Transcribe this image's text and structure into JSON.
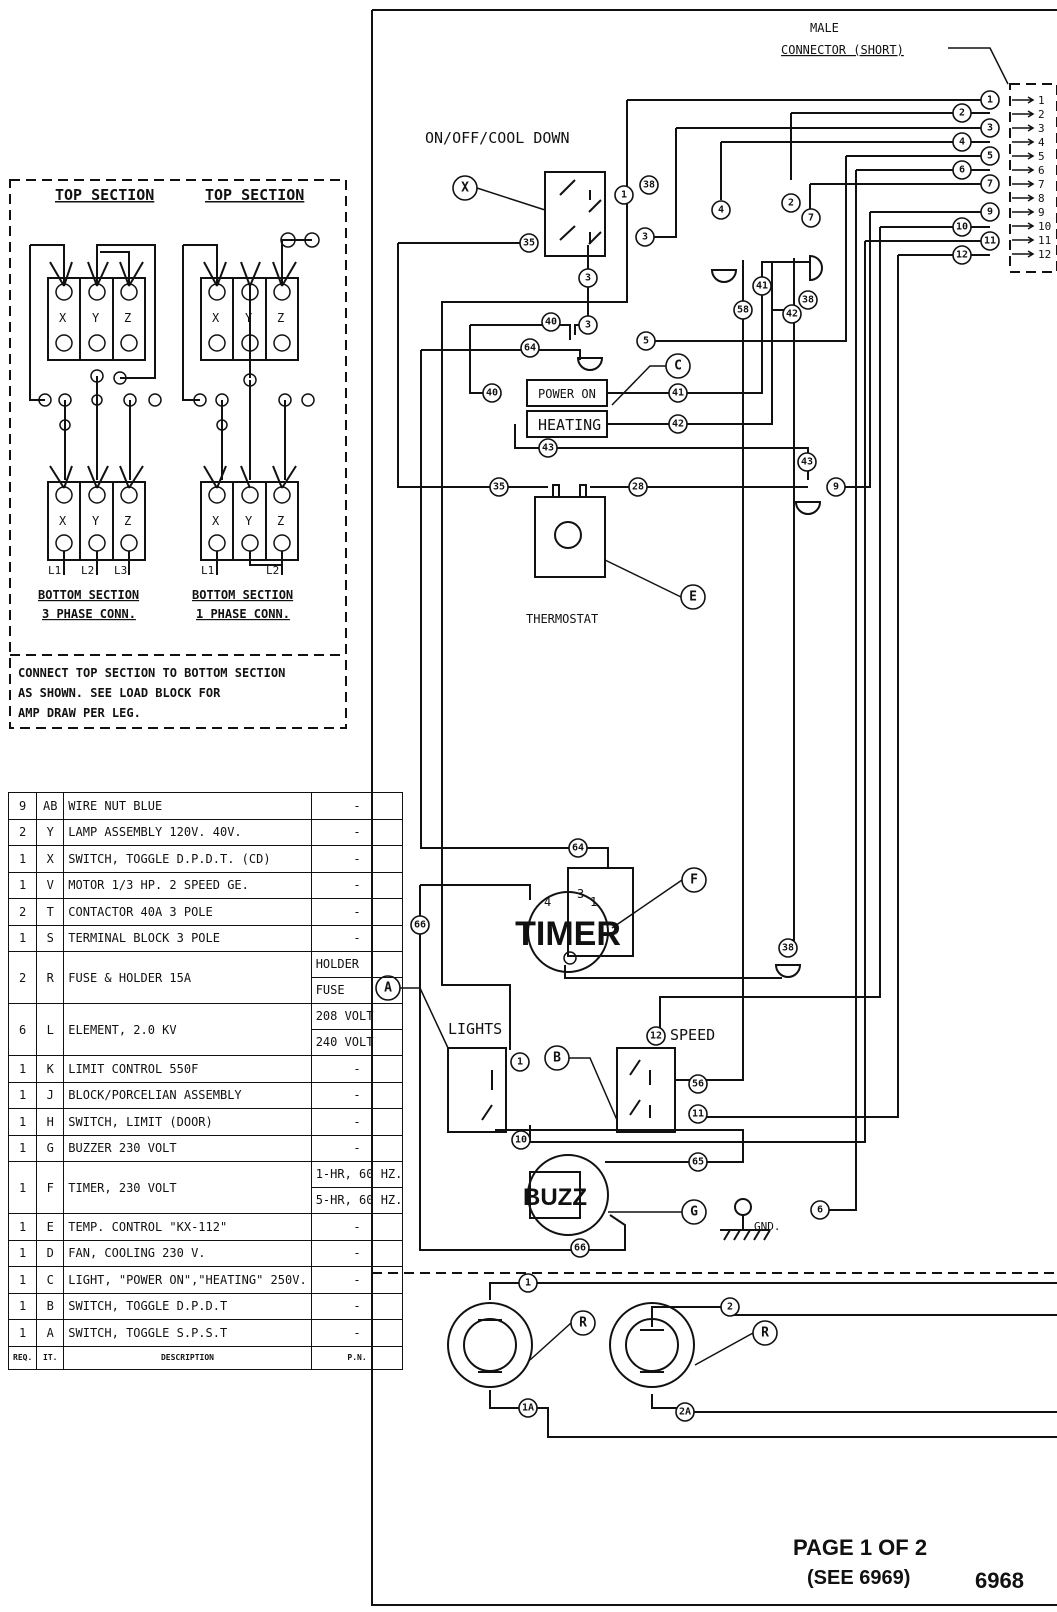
{
  "diagram": {
    "page_label": "PAGE 1 OF 2",
    "see_label": "(SEE 6969)",
    "drawing_no": "6968",
    "male_connector_line1": "MALE",
    "male_connector_line2": "CONNECTOR (SHORT)",
    "connector_pins": [
      "1",
      "2",
      "3",
      "4",
      "5",
      "6",
      "7",
      "8",
      "9",
      "10",
      "11",
      "12"
    ],
    "switch_label": "ON/OFF/COOL DOWN",
    "lamp_power": "POWER ON",
    "lamp_heating": "HEATING",
    "thermostat_label": "THERMOSTAT",
    "timer_label": "TIMER",
    "lights_label": "LIGHTS",
    "speed_label": "SPEED",
    "buzz_label": "BUZZ",
    "gnd_label": "GND.",
    "callouts": {
      "X": "X",
      "C": "C",
      "E": "E",
      "F": "F",
      "A": "A",
      "B": "B",
      "G": "G",
      "R": "R"
    },
    "timer_terminals": [
      "4",
      "3",
      "1"
    ]
  },
  "wiring_box": {
    "top_section_a": "TOP SECTION",
    "top_section_b": "TOP SECTION",
    "bottom_a_line1": "BOTTOM SECTION",
    "bottom_a_line2": "3 PHASE CONN.",
    "bottom_b_line1": "BOTTOM SECTION",
    "bottom_b_line2": "1 PHASE CONN.",
    "terminals": [
      "X",
      "Y",
      "Z"
    ],
    "lines_3ph": [
      "L1",
      "L2",
      "L3"
    ],
    "lines_1ph": [
      "L1",
      "L2"
    ],
    "note_line1": "CONNECT TOP SECTION TO BOTTOM SECTION",
    "note_line2": "AS SHOWN.  SEE LOAD BLOCK FOR",
    "note_line3": "AMP DRAW PER LEG."
  },
  "bom": {
    "header": {
      "qty": "REQ.",
      "item": "IT.",
      "description": "DESCRIPTION",
      "pn": "P.N."
    },
    "rows": [
      {
        "qty": "9",
        "item": "AB",
        "desc": "WIRE NUT BLUE",
        "pn": "-"
      },
      {
        "qty": "2",
        "item": "Y",
        "desc": "LAMP ASSEMBLY 120V. 40V.",
        "pn": "-"
      },
      {
        "qty": "1",
        "item": "X",
        "desc": "SWITCH, TOGGLE D.P.D.T. (CD)",
        "pn": "-"
      },
      {
        "qty": "1",
        "item": "V",
        "desc": "MOTOR 1/3 HP. 2 SPEED GE.",
        "pn": "-"
      },
      {
        "qty": "2",
        "item": "T",
        "desc": "CONTACTOR 40A 3 POLE",
        "pn": "-"
      },
      {
        "qty": "1",
        "item": "S",
        "desc": "TERMINAL BLOCK 3 POLE",
        "pn": "-"
      },
      {
        "qty": "2",
        "item": "R",
        "desc": "FUSE & HOLDER 15A",
        "sub": [
          "HOLDER",
          "FUSE"
        ]
      },
      {
        "qty": "6",
        "item": "L",
        "desc": "ELEMENT, 2.0 KV",
        "sub": [
          "208 VOLT",
          "240 VOLT"
        ]
      },
      {
        "qty": "1",
        "item": "K",
        "desc": "LIMIT CONTROL 550F",
        "pn": "-"
      },
      {
        "qty": "1",
        "item": "J",
        "desc": "BLOCK/PORCELIAN ASSEMBLY",
        "pn": "-"
      },
      {
        "qty": "1",
        "item": "H",
        "desc": "SWITCH, LIMIT (DOOR)",
        "pn": "-"
      },
      {
        "qty": "1",
        "item": "G",
        "desc": "BUZZER 230 VOLT",
        "pn": "-"
      },
      {
        "qty": "1",
        "item": "F",
        "desc": "TIMER, 230 VOLT",
        "sub": [
          "1-HR, 60 HZ.",
          "5-HR, 60 HZ."
        ]
      },
      {
        "qty": "1",
        "item": "E",
        "desc": "TEMP. CONTROL \"KX-112\"",
        "pn": "-"
      },
      {
        "qty": "1",
        "item": "D",
        "desc": "FAN, COOLING 230 V.",
        "pn": "-"
      },
      {
        "qty": "1",
        "item": "C",
        "desc": "LIGHT, \"POWER ON\",\"HEATING\" 250V.",
        "pn": "-"
      },
      {
        "qty": "1",
        "item": "B",
        "desc": "SWITCH, TOGGLE D.P.D.T",
        "pn": "-"
      },
      {
        "qty": "1",
        "item": "A",
        "desc": "SWITCH, TOGGLE S.P.S.T",
        "pn": "-"
      }
    ]
  }
}
